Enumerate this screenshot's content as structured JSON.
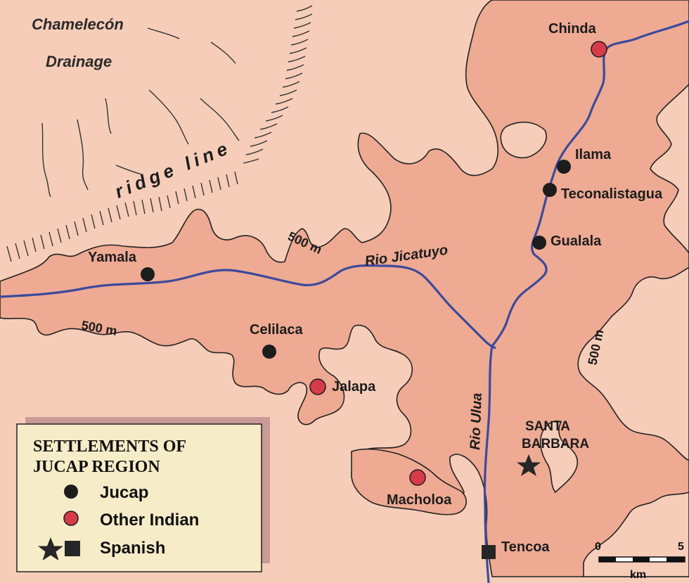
{
  "colors": {
    "highland": "#f6cdb9",
    "lowland": "#eeaa93",
    "river": "#3c4a9c",
    "jucap": "#1c1c1c",
    "other_indian": "#d63b4a",
    "spanish": "#262626",
    "legend_bg": "#f7ecc8",
    "legend_shadow": "#c99a98"
  },
  "region_labels": [
    "Chamelecón",
    "Drainage"
  ],
  "ridge_label": "ridge line",
  "rivers": {
    "jicatuyo": "Rio Jicatuyo",
    "ulua": "Rio Ulua"
  },
  "contours": {
    "label_1": "500 m",
    "label_2": "500 m",
    "label_3": "500 m"
  },
  "settlements": {
    "chinda": "Chinda",
    "ilama": "Ilama",
    "teconalistagua": "Teconalistagua",
    "gualala": "Gualala",
    "yamala": "Yamala",
    "celilaca": "Celilaca",
    "jalapa": "Jalapa",
    "macholoa": "Macholoa",
    "santa_barbara_line1": "SANTA",
    "santa_barbara_line2": "BARBARA",
    "tencoa": "Tencoa"
  },
  "legend": {
    "title_line1": "SETTLEMENTS OF",
    "title_line2": "JUCAP REGION",
    "items": [
      {
        "label": "Jucap",
        "symbol": "black-dot"
      },
      {
        "label": "Other Indian",
        "symbol": "red-dot"
      },
      {
        "label": "Spanish",
        "symbol": "star-and-square"
      }
    ]
  },
  "scale_bar": {
    "start": "0",
    "end": "5",
    "unit": "km"
  }
}
